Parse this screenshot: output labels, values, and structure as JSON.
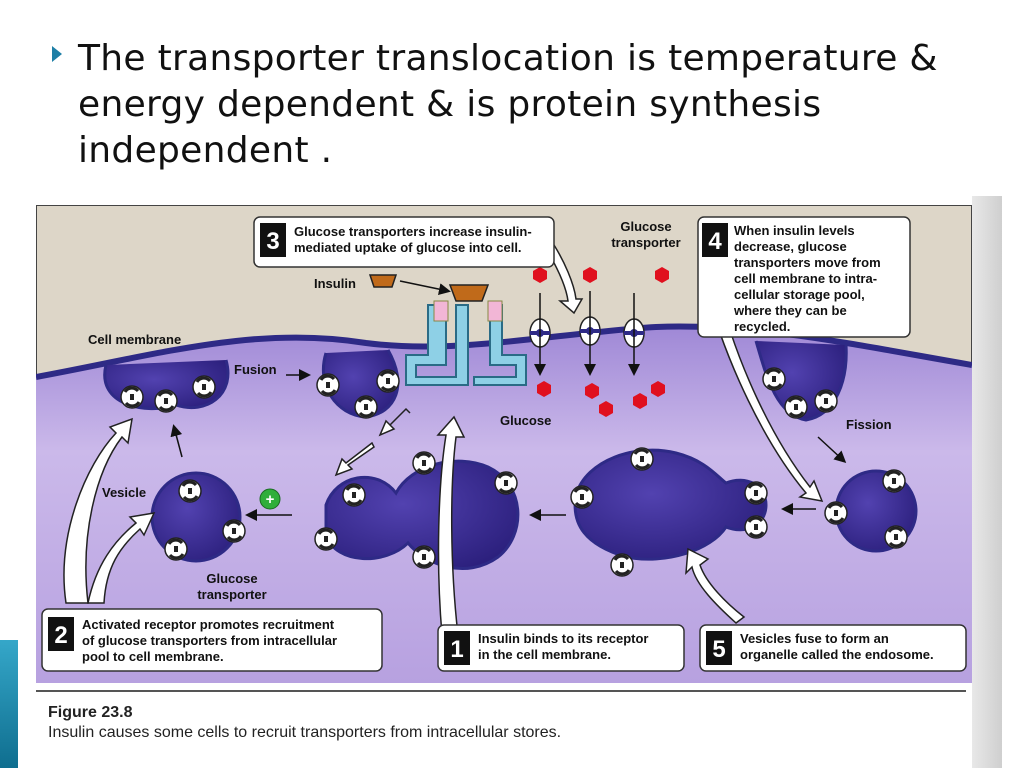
{
  "slide": {
    "bullet": "The transporter translocation is temperature & energy dependent & is protein synthesis independent ."
  },
  "figure": {
    "number": "Figure 23.8",
    "caption": "Insulin causes some cells to recruit transporters from intracellular stores.",
    "labels": {
      "cell_membrane": "Cell membrane",
      "fusion": "Fusion",
      "fission": "Fission",
      "vesicle": "Vesicle",
      "glucose_transporter_left": [
        "Glucose",
        "transporter"
      ],
      "glucose_transporter_top": [
        "Glucose",
        "transporter"
      ],
      "insulin": "Insulin",
      "glucose": "Glucose",
      "plus": "+"
    },
    "steps": [
      {
        "num": "1",
        "lines": [
          "Insulin binds to its receptor",
          "in the cell membrane."
        ]
      },
      {
        "num": "2",
        "lines": [
          "Activated receptor promotes recruitment",
          "of glucose transporters from intracellular",
          "pool to cell membrane."
        ]
      },
      {
        "num": "3",
        "lines": [
          "Glucose transporters increase insulin-",
          "mediated uptake of glucose into cell."
        ]
      },
      {
        "num": "4",
        "lines": [
          "When insulin levels",
          "decrease, glucose",
          "transporters move from",
          "cell membrane to intra-",
          "cellular storage pool,",
          "where they can be",
          "recycled."
        ]
      },
      {
        "num": "5",
        "lines": [
          "Vesicles fuse to form an",
          "organelle called the endosome."
        ]
      }
    ],
    "colors": {
      "extracellular": "#ddd6c8",
      "cytoplasm": "#c8b6e6",
      "membrane": "#2e2a86",
      "vesicle": "#3d2f9a",
      "receptor": "#8ed0e6",
      "glucose": "#e0101e",
      "insulin": "#c06a1a",
      "plus": "#2fae3a"
    }
  }
}
